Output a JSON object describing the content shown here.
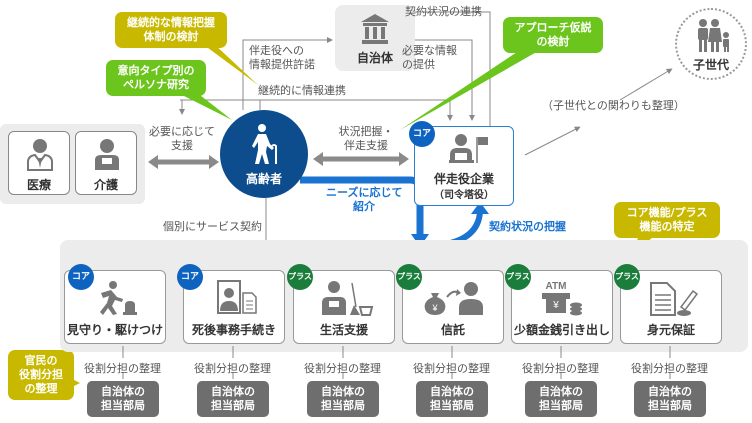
{
  "government": {
    "label": "自治体",
    "icon": "bank-building-icon"
  },
  "contract_sync_label": "契約状況の連携",
  "permission_label": [
    "伴走役への",
    "情報提供許諾"
  ],
  "provide_info_label": [
    "必要な情報",
    "の提供"
  ],
  "continuous_link_label": "継続的に情報連携",
  "callouts": {
    "info_system": {
      "lines": [
        "継続的な情報把握",
        "体制の検討"
      ],
      "color": "#c8b900"
    },
    "persona": {
      "lines": [
        "意向タイプ別の",
        "ペルソナ研究"
      ],
      "color": "#6cc51c"
    },
    "approach": {
      "lines": [
        "アプローチ仮説",
        "の検討"
      ],
      "color": "#6cc51c"
    },
    "core_plus": {
      "lines": [
        "コア機能/プラス",
        "機能の特定"
      ],
      "color": "#c8b900"
    },
    "public_private": {
      "lines": [
        "官民の",
        "役割分担",
        "の整理"
      ],
      "color": "#c8b900"
    }
  },
  "child_generation": {
    "label": "子世代",
    "icon": "family-icon",
    "note": "（子世代との関わりも整理）"
  },
  "medical_care": {
    "items": [
      {
        "label": "医療",
        "icon": "doctor-icon"
      },
      {
        "label": "介護",
        "icon": "caregiver-icon"
      }
    ],
    "support_label": [
      "必要に応じて",
      "支援"
    ]
  },
  "elderly": {
    "label": "高齢者",
    "icon": "elderly-person-cane-icon",
    "color": "#0d4d8e"
  },
  "companion": {
    "label": "伴走役企業",
    "sub": "（司令塔役）",
    "badge": "コア",
    "icon": "person-laptop-flag-icon"
  },
  "status_support_label": [
    "状況把握・",
    "伴走支援"
  ],
  "referral_label": [
    "ニーズに応じて",
    "紹介"
  ],
  "contract_grasp_label": "契約状況の把握",
  "individual_contract_label": "個別にサービス契約",
  "services": [
    {
      "label": "見守り・駆けつけ",
      "badge": "コア",
      "type": "core",
      "icon": "running-alarm-icon"
    },
    {
      "label": "死後事務手続き",
      "badge": "コア",
      "type": "core",
      "icon": "portrait-document-icon"
    },
    {
      "label": "生活支援",
      "badge": "プラス",
      "type": "plus",
      "icon": "cleaning-helper-icon"
    },
    {
      "label": "信託",
      "badge": "プラス",
      "type": "plus",
      "icon": "money-bag-transfer-icon"
    },
    {
      "label": "少額金銭引き出し",
      "badge": "プラス",
      "type": "plus",
      "icon": "atm-coins-icon",
      "icon_text": "ATM"
    },
    {
      "label": "身元保証",
      "badge": "プラス",
      "type": "plus",
      "icon": "document-stamp-icon"
    }
  ],
  "role_label": "役割分担の整理",
  "dept_label": [
    "自治体の",
    "担当部局"
  ],
  "colors": {
    "core_blue": "#0f63c0",
    "plus_green": "#1a7d3c",
    "accent_blue": "#1a73d0",
    "gray": "#808080"
  }
}
